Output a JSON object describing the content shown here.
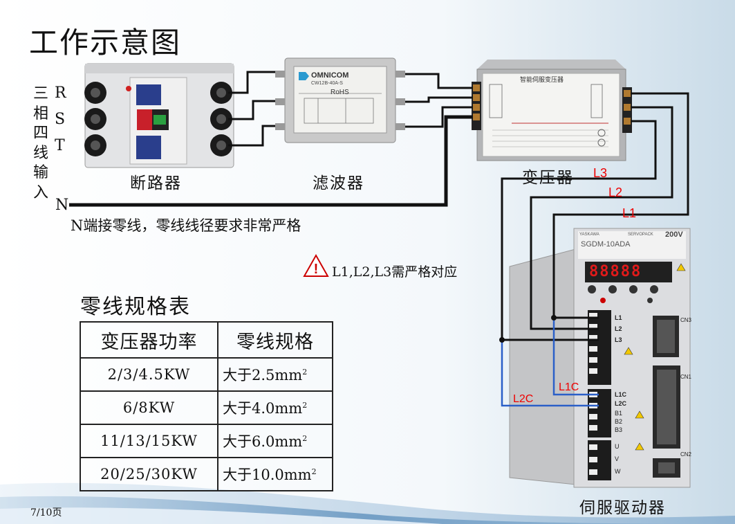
{
  "title": "工作示意图",
  "input": {
    "vertical_label": [
      "三",
      "相",
      "四",
      "线",
      "输",
      "入"
    ],
    "phases": [
      "R",
      "S",
      "T"
    ],
    "neutral": "N"
  },
  "devices": {
    "breaker": "断路器",
    "filter": "滤波器",
    "transformer": "变压器",
    "servo_drive": "伺服驱动器"
  },
  "filter_panel": {
    "brand": "OMNICOM",
    "model": "CW12B-40A-S",
    "rohs": "RoHS"
  },
  "transformer_panel": {
    "title": "智能伺服变压器"
  },
  "servo_panel": {
    "brand": "YASKAWA",
    "series": "SERVOPACK",
    "voltage": "200V",
    "model": "SGDM-10ADA",
    "display": "88888",
    "terminals_main": [
      "L1",
      "L2",
      "L3"
    ],
    "terminals_control": [
      "L1C",
      "L2C",
      "B1",
      "B2",
      "B3"
    ],
    "terminals_motor": [
      "U",
      "V",
      "W"
    ],
    "connectors": [
      "CN3",
      "CN1",
      "CN2"
    ]
  },
  "wire_labels": {
    "l3": "L3",
    "l2": "L2",
    "l1": "L1",
    "l1c": "L1C",
    "l2c": "L2C"
  },
  "notes": {
    "neutral": "N端接零线，零线线径要求非常严格",
    "warning": "L1,L2,L3需严格对应"
  },
  "spec_table": {
    "title": "零线规格表",
    "headers": [
      "变压器功率",
      "零线规格"
    ],
    "rows": [
      {
        "power": "2/3/4.5KW",
        "spec": "大于2.5mm",
        "unit_exp": "2"
      },
      {
        "power": "6/8KW",
        "spec": "大于4.0mm",
        "unit_exp": "2"
      },
      {
        "power": "11/13/15KW",
        "spec": "大于6.0mm",
        "unit_exp": "2"
      },
      {
        "power": "20/25/30KW",
        "spec": "大于10.0mm",
        "unit_exp": "2"
      }
    ]
  },
  "page": "7/10页",
  "colors": {
    "wire": "#111111",
    "label_red": "#e00000",
    "control_wire": "#2a5fc8",
    "breaker_body": "#e6e6e6",
    "drive_body": "#d9dadc"
  }
}
